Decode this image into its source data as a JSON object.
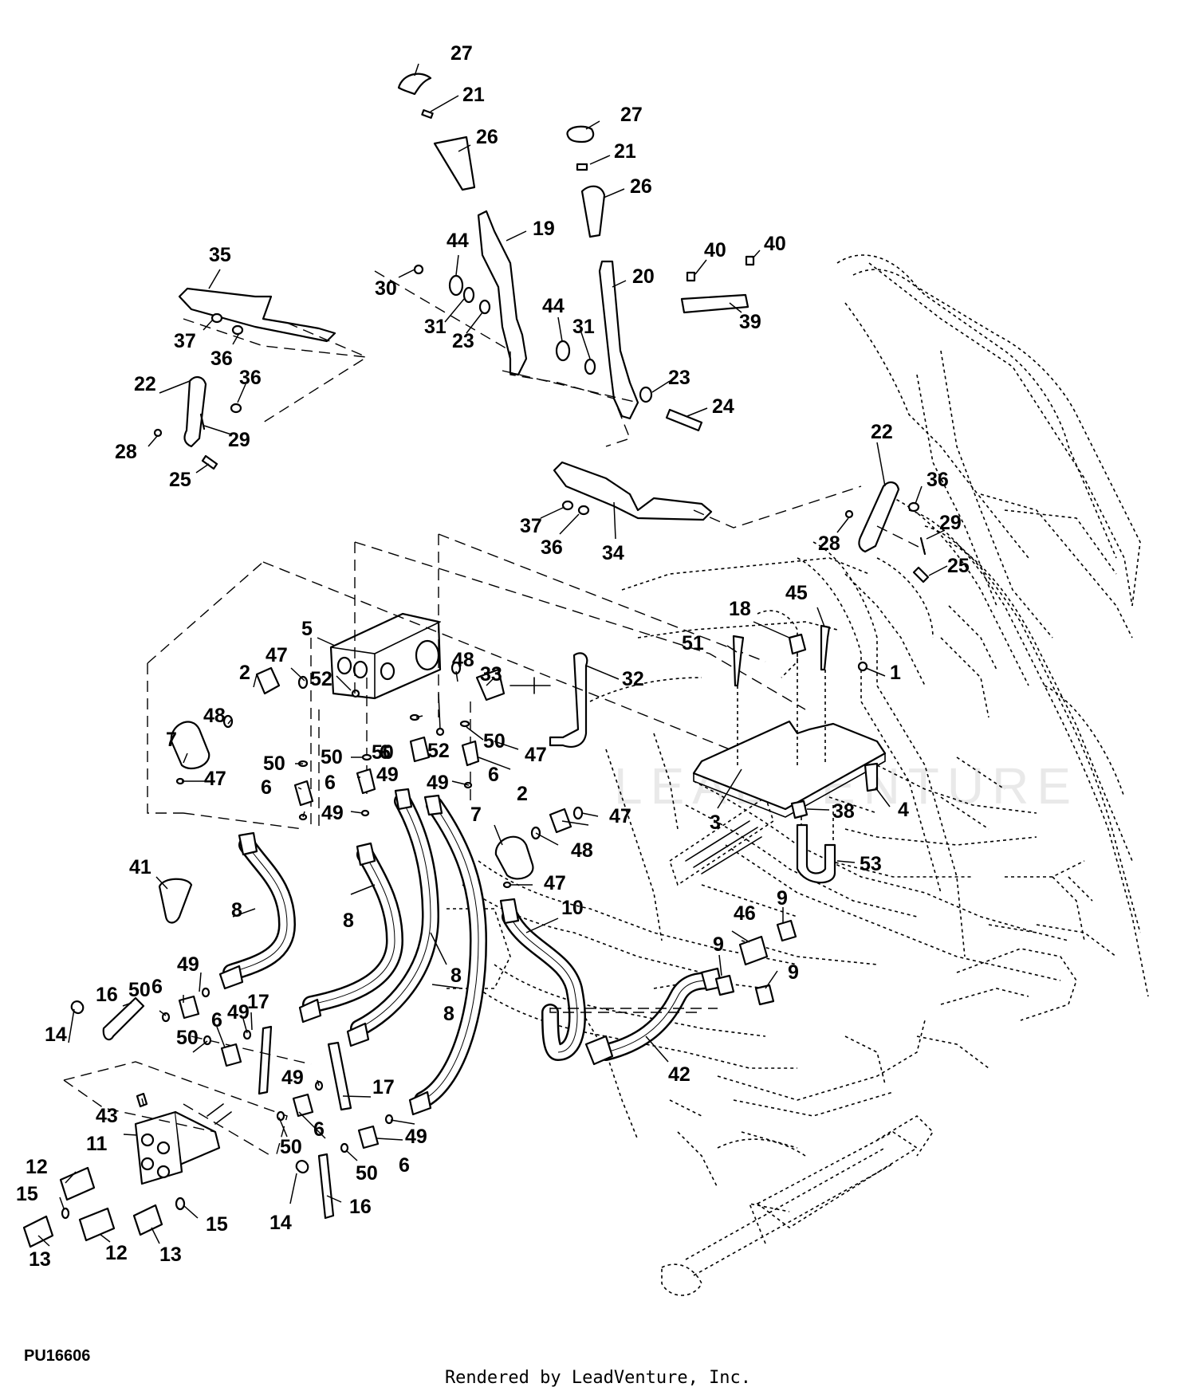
{
  "figure_id": "PU16606",
  "credit": "Rendered by LeadVenture, Inc.",
  "watermark": "LEADVENTURE",
  "callouts": {
    "c27a": "27",
    "c21a": "21",
    "c26a": "26",
    "c27b": "27",
    "c21b": "21",
    "c26b": "26",
    "c19": "19",
    "c20": "20",
    "c44a": "44",
    "c44b": "44",
    "c30": "30",
    "c31a": "31",
    "c31b": "31",
    "c23a": "23",
    "c23b": "23",
    "c24": "24",
    "c40a": "40",
    "c40b": "40",
    "c39": "39",
    "c35": "35",
    "c37a": "37",
    "c36a": "36",
    "c36b": "36",
    "c22a": "22",
    "c28a": "28",
    "c29a": "29",
    "c25a": "25",
    "c37b": "37",
    "c36c": "36",
    "c34": "34",
    "c22b": "22",
    "c36d": "36",
    "c28b": "28",
    "c29b": "29",
    "c25b": "25",
    "c5": "5",
    "c47a": "47",
    "c2a": "2",
    "c52a": "52",
    "c48a": "48",
    "c33": "33",
    "c32": "32",
    "c7a": "7",
    "c48b": "48",
    "c47b": "47",
    "c50a": "50",
    "c6a": "6",
    "c50b": "50",
    "c6b": "6",
    "c49a": "49",
    "c49b": "49",
    "c50c": "50",
    "c6c": "6",
    "c52b": "52",
    "c50d": "50",
    "c6d": "6",
    "c49c": "49",
    "c47c": "47",
    "c51": "51",
    "c18": "18",
    "c45": "45",
    "c1": "1",
    "c3": "3",
    "c4": "4",
    "c38": "38",
    "c53": "53",
    "c2b": "2",
    "c47d": "47",
    "c7b": "7",
    "c48c": "48",
    "c47e": "47",
    "c10": "10",
    "c41": "41",
    "c8a": "8",
    "c8b": "8",
    "c8c": "8",
    "c8d": "8",
    "c46": "46",
    "c9a": "9",
    "c9b": "9",
    "c9c": "9",
    "c42": "42",
    "c49d": "49",
    "c6e": "6",
    "c50e": "50",
    "c16a": "16",
    "c14a": "14",
    "c17a": "17",
    "c49e": "49",
    "c6f": "6",
    "c50f": "50",
    "c49f": "49",
    "c17b": "17",
    "c43": "43",
    "c11": "11",
    "c6g": "6",
    "c49g": "49",
    "c50g": "50",
    "c6h": "6",
    "c50h": "50",
    "c12a": "12",
    "c15a": "15",
    "c13a": "13",
    "c12b": "12",
    "c13b": "13",
    "c15b": "15",
    "c14b": "14",
    "c16b": "16"
  }
}
